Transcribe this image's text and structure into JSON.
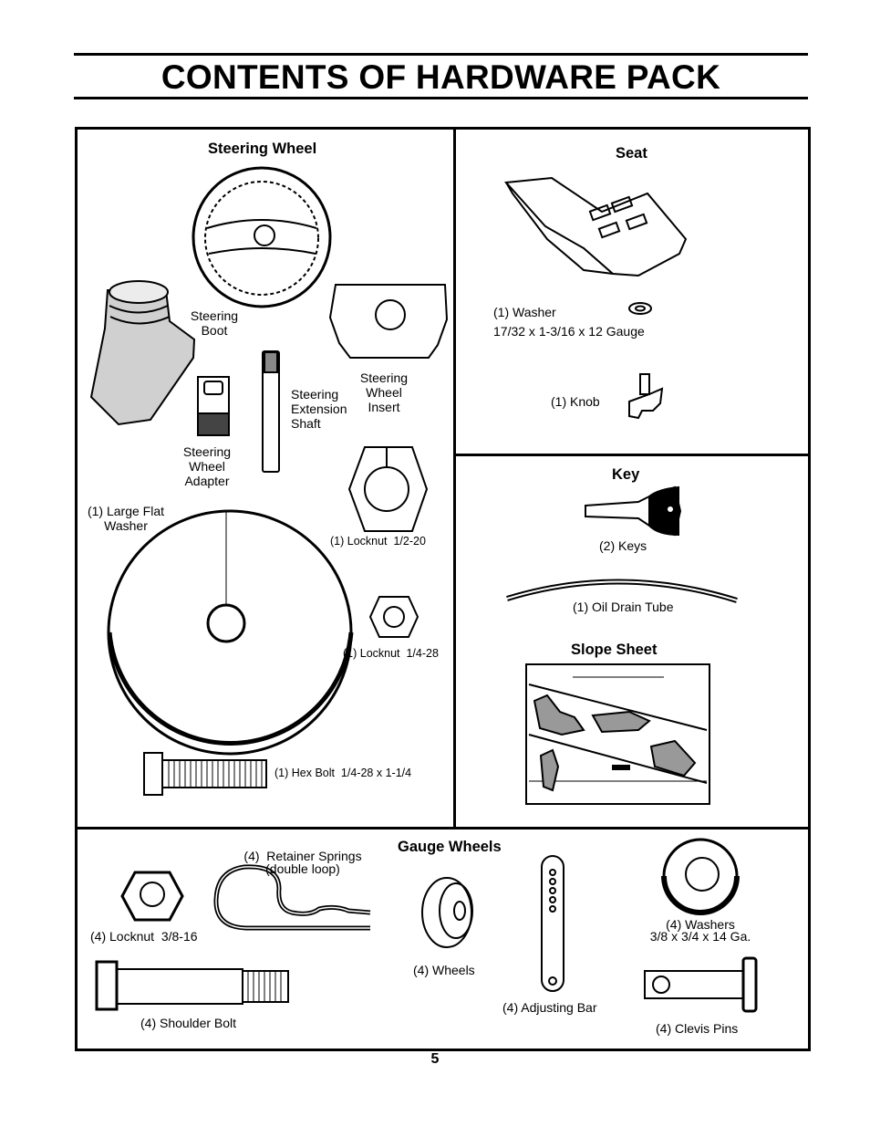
{
  "page": {
    "title": "CONTENTS OF HARDWARE PACK",
    "page_number": "5"
  },
  "steering_wheel": {
    "heading": "Steering Wheel",
    "boot": "Steering\nBoot",
    "insert": "Steering\nWheel\nInsert",
    "extension_shaft": "Steering\nExtension\nShaft",
    "adapter": "Steering\nWheel\nAdapter",
    "large_flat_washer": "(1) Large Flat\nWasher",
    "locknut_1_2": "(1) Locknut  1/2-20",
    "locknut_1_4": "(1) Locknut  1/4-28",
    "hex_bolt": "(1) Hex Bolt  1/4-28 x 1-1/4"
  },
  "seat": {
    "heading": "Seat",
    "washer": "(1) Washer\n17/32 x 1-3/16 x 12 Gauge",
    "knob": "(1) Knob"
  },
  "key": {
    "heading": "Key",
    "keys": "(2) Keys",
    "oil_drain_tube": "(1) Oil Drain Tube"
  },
  "slope_sheet": {
    "heading": "Slope Sheet"
  },
  "gauge_wheels": {
    "heading": "Gauge Wheels",
    "retainer_springs": "(4)  Retainer Springs\n(double loop)",
    "locknut_3_8": "(4) Locknut  3/8-16",
    "shoulder_bolt": "(4) Shoulder Bolt",
    "wheels": "(4) Wheels",
    "adjusting_bar": "(4) Adjusting Bar",
    "washers": "(4) Washers\n3/8 x 3/4 x 14 Ga.",
    "clevis_pins": "(4) Clevis Pins"
  }
}
